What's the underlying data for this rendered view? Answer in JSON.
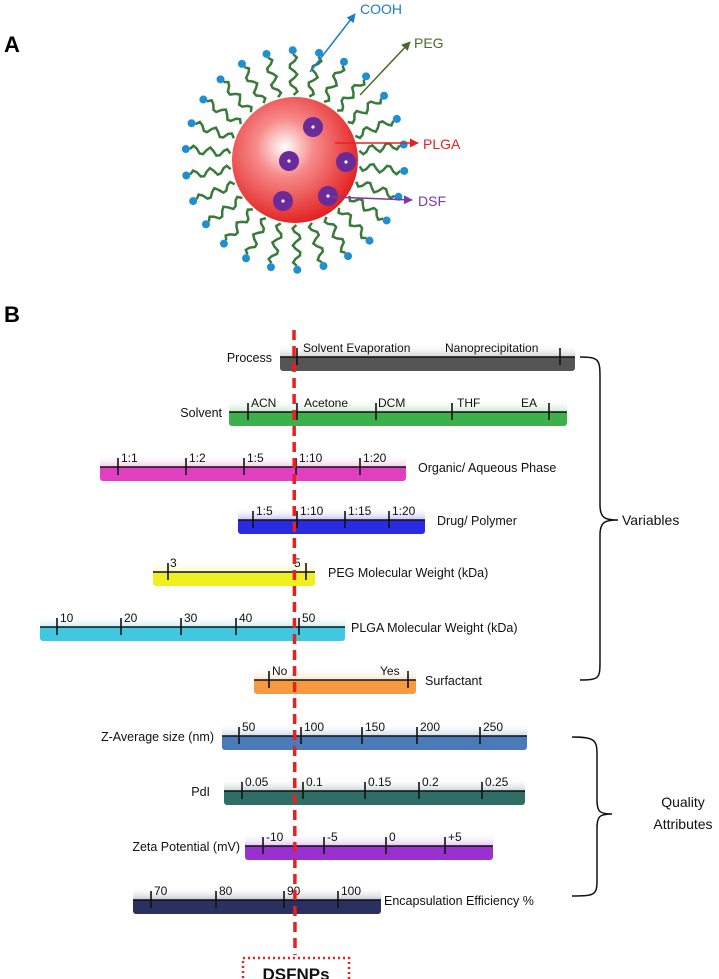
{
  "panel_a": {
    "label": "A",
    "annotations": {
      "cooh": "COOH",
      "peg": "PEG",
      "plga": "PLGA",
      "dsf": "DSF"
    },
    "colors": {
      "cooh": "#1a7fc8",
      "peg": "#4a6a2a",
      "plga": "#e52222",
      "dsf": "#7a3aa8",
      "sphere": "#ef2a2a",
      "drug": "#6a2a9a",
      "chain": "#3a7a3a",
      "bead": "#1e8fd0"
    }
  },
  "panel_b": {
    "label": "B",
    "rows": [
      {
        "name": "Process",
        "ticks": [
          "Solvent Evaporation",
          "Nanoprecipitation"
        ],
        "color": "#555555"
      },
      {
        "name": "Solvent",
        "ticks": [
          "ACN",
          "Acetone",
          "DCM",
          "THF",
          "EA"
        ],
        "color": "#3cb04a"
      },
      {
        "name": "Organic/ Aqueous Phase",
        "ticks": [
          "1:1",
          "1:2",
          "1:5",
          "1:10",
          "1:20"
        ],
        "color": "#e040c0"
      },
      {
        "name": "Drug/ Polymer",
        "ticks": [
          "1:5",
          "1:10",
          "1:15",
          "1:20"
        ],
        "color": "#2a2ae0"
      },
      {
        "name": "PEG Molecular Weight (kDa)",
        "ticks": [
          "3",
          "5"
        ],
        "color": "#f0f020"
      },
      {
        "name": "PLGA Molecular Weight (kDa)",
        "ticks": [
          "10",
          "20",
          "30",
          "40",
          "50"
        ],
        "color": "#40c8e0"
      },
      {
        "name": "Surfactant",
        "ticks": [
          "No",
          "Yes"
        ],
        "color": "#f59a40"
      },
      {
        "name": "Z-Average size (nm)",
        "ticks": [
          "50",
          "100",
          "150",
          "200",
          "250"
        ],
        "color": "#4a7ab8"
      },
      {
        "name": "PdI",
        "ticks": [
          "0.05",
          "0.1",
          "0.15",
          "0.2",
          "0.25"
        ],
        "color": "#2f6e66"
      },
      {
        "name": "Zeta Potential (mV)",
        "ticks": [
          "-10",
          "-5",
          "0",
          "+5"
        ],
        "color": "#9a30d0"
      },
      {
        "name": "Encapsulation Efficiency %",
        "ticks": [
          "70",
          "80",
          "90",
          "100"
        ],
        "color": "#2a3060"
      }
    ],
    "groups": {
      "variables": "Variables",
      "quality": [
        "Quality",
        "Attributes"
      ]
    },
    "result_label": "DSFNPs",
    "marker_color": "#e52222"
  }
}
